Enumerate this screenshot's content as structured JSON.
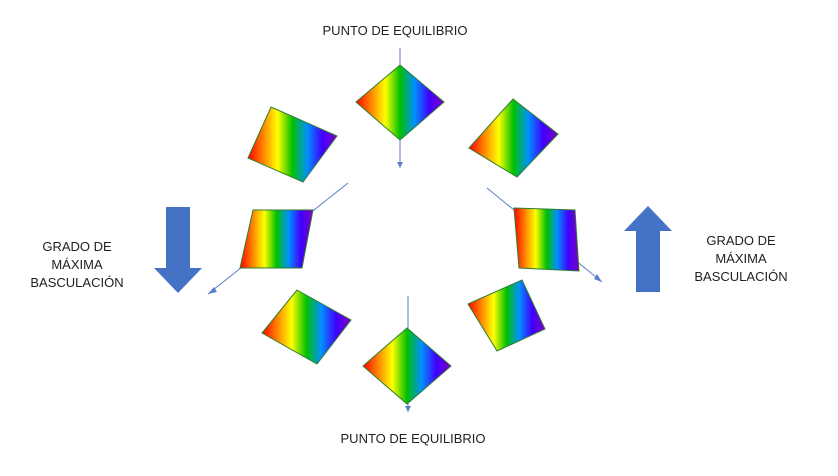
{
  "labels": {
    "top": "PUNTO DE EQUILIBRIO",
    "bottom": "PUNTO DE EQUILIBRIO",
    "left": [
      "GRADO DE",
      "MÁXIMA",
      "BASCULACIÓN"
    ],
    "right": [
      "GRADO DE",
      "MÁXIMA",
      "BASCULACIÓN"
    ]
  },
  "colors": {
    "spectrum": [
      "#ff0000",
      "#ff8000",
      "#ffff00",
      "#00c000",
      "#0090ff",
      "#4000ff",
      "#8000c0"
    ],
    "arrow": "#4472c4",
    "line": "#5b7fc4",
    "outline": "#2e7d32"
  },
  "arrows": {
    "left": "down",
    "right": "up"
  }
}
